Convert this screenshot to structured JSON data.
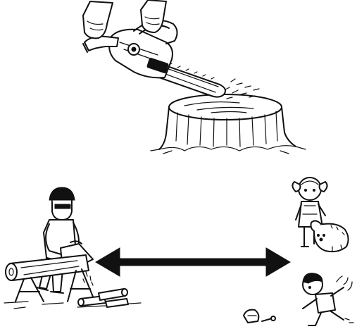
{
  "illustration": {
    "scene_top": "chainsaw-cutting-tree-stump",
    "scene_bottom_left": "worker-cutting-log-on-sawhorse",
    "scene_bottom_right": "children-and-dog-playing",
    "connector": "double-headed-arrow",
    "colors": {
      "ink": "#111111",
      "background": "#ffffff"
    }
  }
}
